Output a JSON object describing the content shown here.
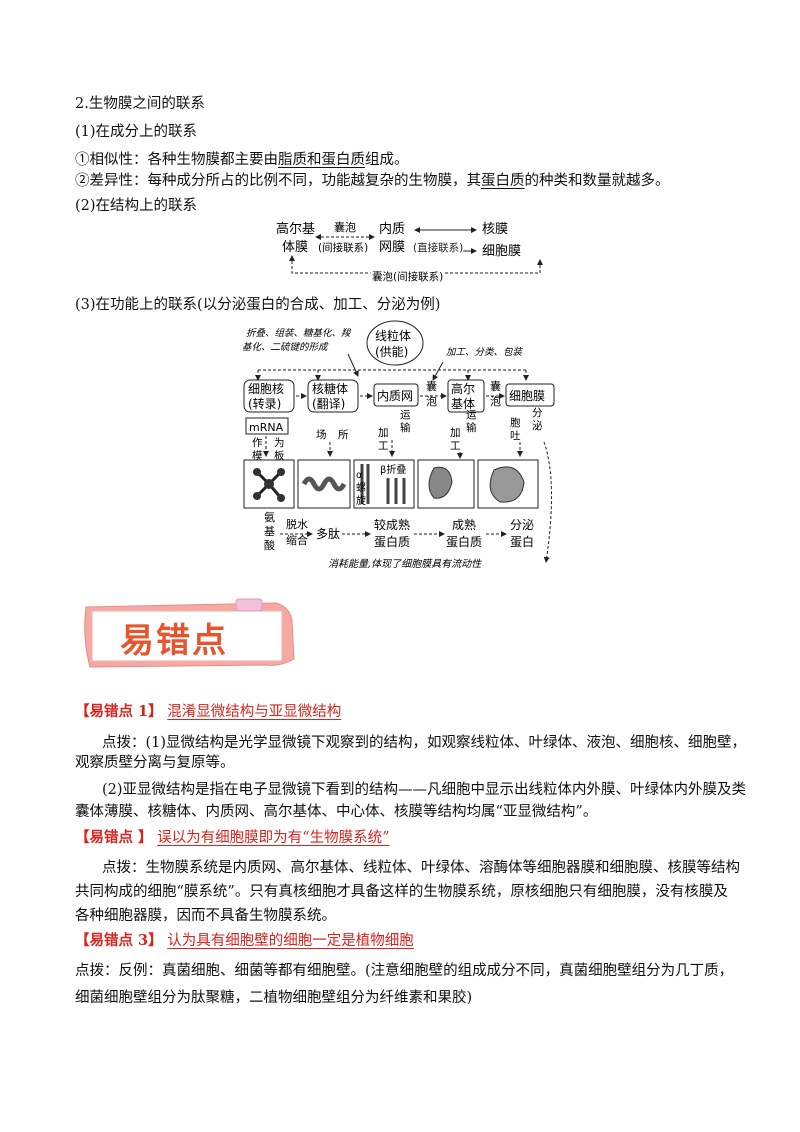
{
  "section2": {
    "heading": "2.生物膜之间的联系",
    "sub1": "(1)在成分上的联系",
    "sim_prefix": "①相似性：各种生物膜都主要由",
    "sim_u1": "脂质",
    "sim_mid": "和",
    "sim_u2": "蛋白质",
    "sim_suffix": "组成。",
    "diff_prefix": "②差异性：每种成分所占的比例不同，功能越复杂的生物膜，其",
    "diff_u": "蛋白质",
    "diff_suffix": "的种类和数量就越多。",
    "sub2": "(2)在结构上的联系",
    "sub3": "(3)在功能上的联系(以分泌蛋白的合成、加工、分泌为例)"
  },
  "diagram1": {
    "golgi_1": "高尔基",
    "golgi_2": "体膜",
    "vesicle_top": "囊泡",
    "indirect_1": "(间接联系)",
    "er_1": "内质",
    "er_2": "网膜",
    "direct": "(直接联系)",
    "nuclear": "核膜",
    "cell_membrane": "细胞膜",
    "vesicle_bottom": "囊泡(间接联系)"
  },
  "diagram2": {
    "fold_note_1": "折叠、组装、糖基化、羧",
    "fold_note_2": "基化、二硫键的形成",
    "mito_1": "线粒体",
    "mito_2": "(供能)",
    "process_note": "加工、分类、包装",
    "nucleus_1": "细胞核",
    "nucleus_2": "(转录)",
    "ribosome_1": "核糖体",
    "ribosome_2": "(翻译)",
    "er": "内质网",
    "vesicle_a": "囊",
    "vesicle_b": "泡",
    "golgi_1": "高尔",
    "golgi_2": "基体",
    "vesicle_c": "囊",
    "vesicle_d": "泡",
    "membrane": "细胞膜",
    "mrna": "mRNA",
    "template_1": "作",
    "template_2": "为",
    "template_3": "模",
    "template_4": "板",
    "site_1": "场",
    "site_2": "所",
    "process_1": "加",
    "process_2": "工",
    "transport_1": "运",
    "transport_2": "输",
    "process_3": "加",
    "process_4": "工",
    "transport_3": "运",
    "transport_4": "输",
    "exo_1": "胞",
    "exo_2": "吐",
    "secrete_1": "分",
    "secrete_2": "泌",
    "alpha": "α",
    "helix_1": "螺",
    "helix_2": "旋",
    "beta": "β折叠",
    "aa_1": "氨",
    "aa_2": "基",
    "aa_3": "酸",
    "dehydrate_1": "脱水",
    "dehydrate_2": "缩合",
    "polypeptide": "多肽",
    "immature_1": "较成熟",
    "immature_2": "蛋白质",
    "mature_1": "成熟",
    "mature_2": "蛋白质",
    "secreted_1": "分泌",
    "secreted_2": "蛋白",
    "energy_note": "消耗能量,体现了细胞膜具有流动性"
  },
  "banner": {
    "text": "易错点"
  },
  "errors": [
    {
      "tag": "【易错点 1】",
      "title": "混淆显微结构与亚显微结构",
      "p1_l1": "点拨：(1)显微结构是光学显微镜下观察到的结构，如观察线粒体、叶绿体、液泡、细胞核、细胞壁，",
      "p1_l2": "观察质壁分离与复原等。",
      "p2_l1": "(2)亚显微结构是指在电子显微镜下看到的结构——凡细胞中显示出线粒体内外膜、叶绿体内外膜及类",
      "p2_l2": "囊体薄膜、核糖体、内质网、高尔基体、中心体、核膜等结构均属“亚显微结构”。"
    },
    {
      "tag": "【易错点  】",
      "title": "误以为有细胞膜即为有“生物膜系统”",
      "p1_l1": "点拨：生物膜系统是内质网、高尔基体、线粒体、叶绿体、溶酶体等细胞器膜和细胞膜、核膜等结构",
      "p1_l2": "共同构成的细胞“膜系统”。只有真核细胞才具备这样的生物膜系统，原核细胞只有细胞膜，没有核膜及",
      "p1_l3": "各种细胞器膜，因而不具备生物膜系统。"
    },
    {
      "tag": "【易错点 3】",
      "title": "认为具有细胞壁的细胞一定是植物细胞",
      "p1_l1": "点拨：反例：真菌细胞、细菌等都有细胞壁。(注意细胞壁的组成成分不同，真菌细胞壁组分为几丁质，",
      "p1_l2": "细菌细胞壁组分为肽聚糖，二植物细胞壁组分为纤维素和果胶)"
    }
  ]
}
